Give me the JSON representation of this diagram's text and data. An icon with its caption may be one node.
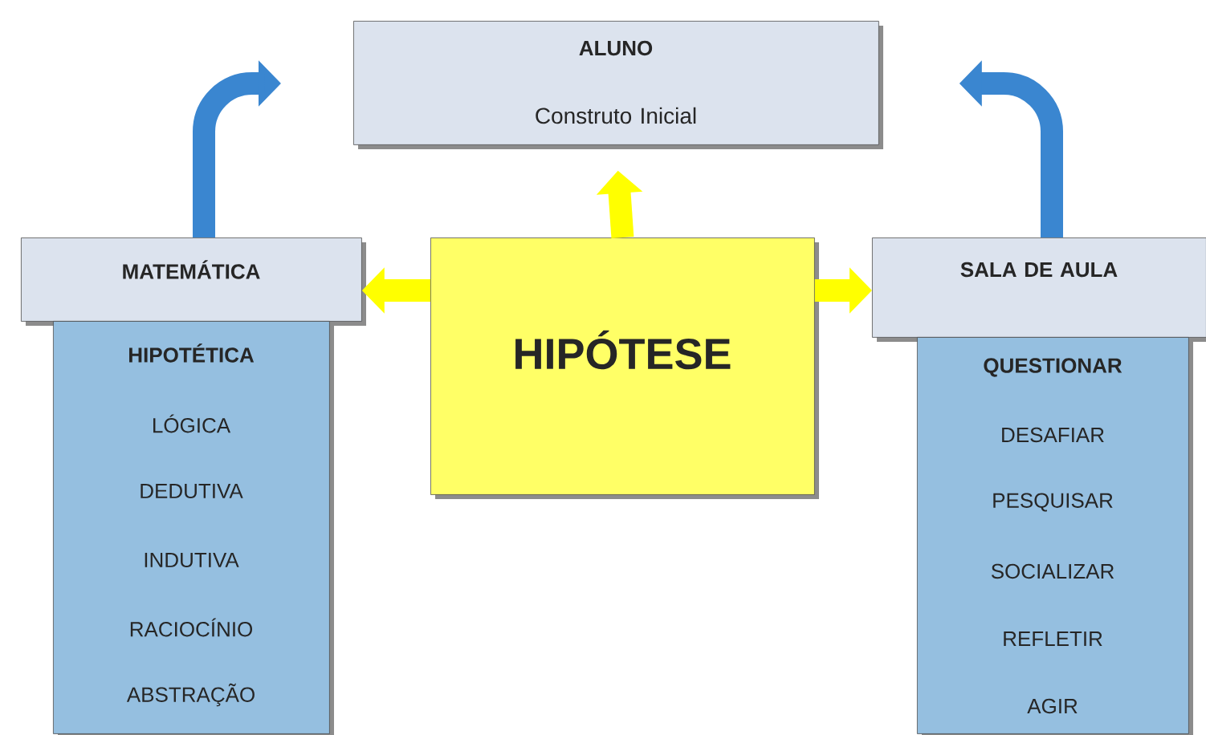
{
  "diagram": {
    "nodes": [
      {
        "text": [
          "ALUNO",
          "Construto Inicial"
        ]
      },
      {
        "text": [
          "HIPÓTESE"
        ]
      },
      {
        "text": [
          "MATEMÁTICA"
        ]
      },
      {
        "text": [
          "HIPOTÉTICA",
          "LÓGICA",
          "DEDUTIVA",
          "INDUTIVA",
          "RACIOCÍNIO",
          "ABSTRAÇÃO"
        ]
      },
      {
        "text": [
          "SALA DE AULA"
        ]
      },
      {
        "text": [
          "QUESTIONAR",
          "DESAFIAR",
          "PESQUISAR",
          "SOCIALIZAR",
          "REFLETIR",
          "AGIR"
        ]
      }
    ],
    "edges": [
      {
        "from": 1,
        "to": 0,
        "arrow": "to",
        "color": "#ffff00"
      },
      {
        "from": 1,
        "to": 2,
        "arrow": "to",
        "color": "#ffff00"
      },
      {
        "from": 1,
        "to": 4,
        "arrow": "to",
        "color": "#ffff00"
      },
      {
        "from": 2,
        "to": 0,
        "arrow": "to",
        "color": "#3a86d0"
      },
      {
        "from": 4,
        "to": 0,
        "arrow": "to",
        "color": "#3a86d0"
      }
    ]
  }
}
